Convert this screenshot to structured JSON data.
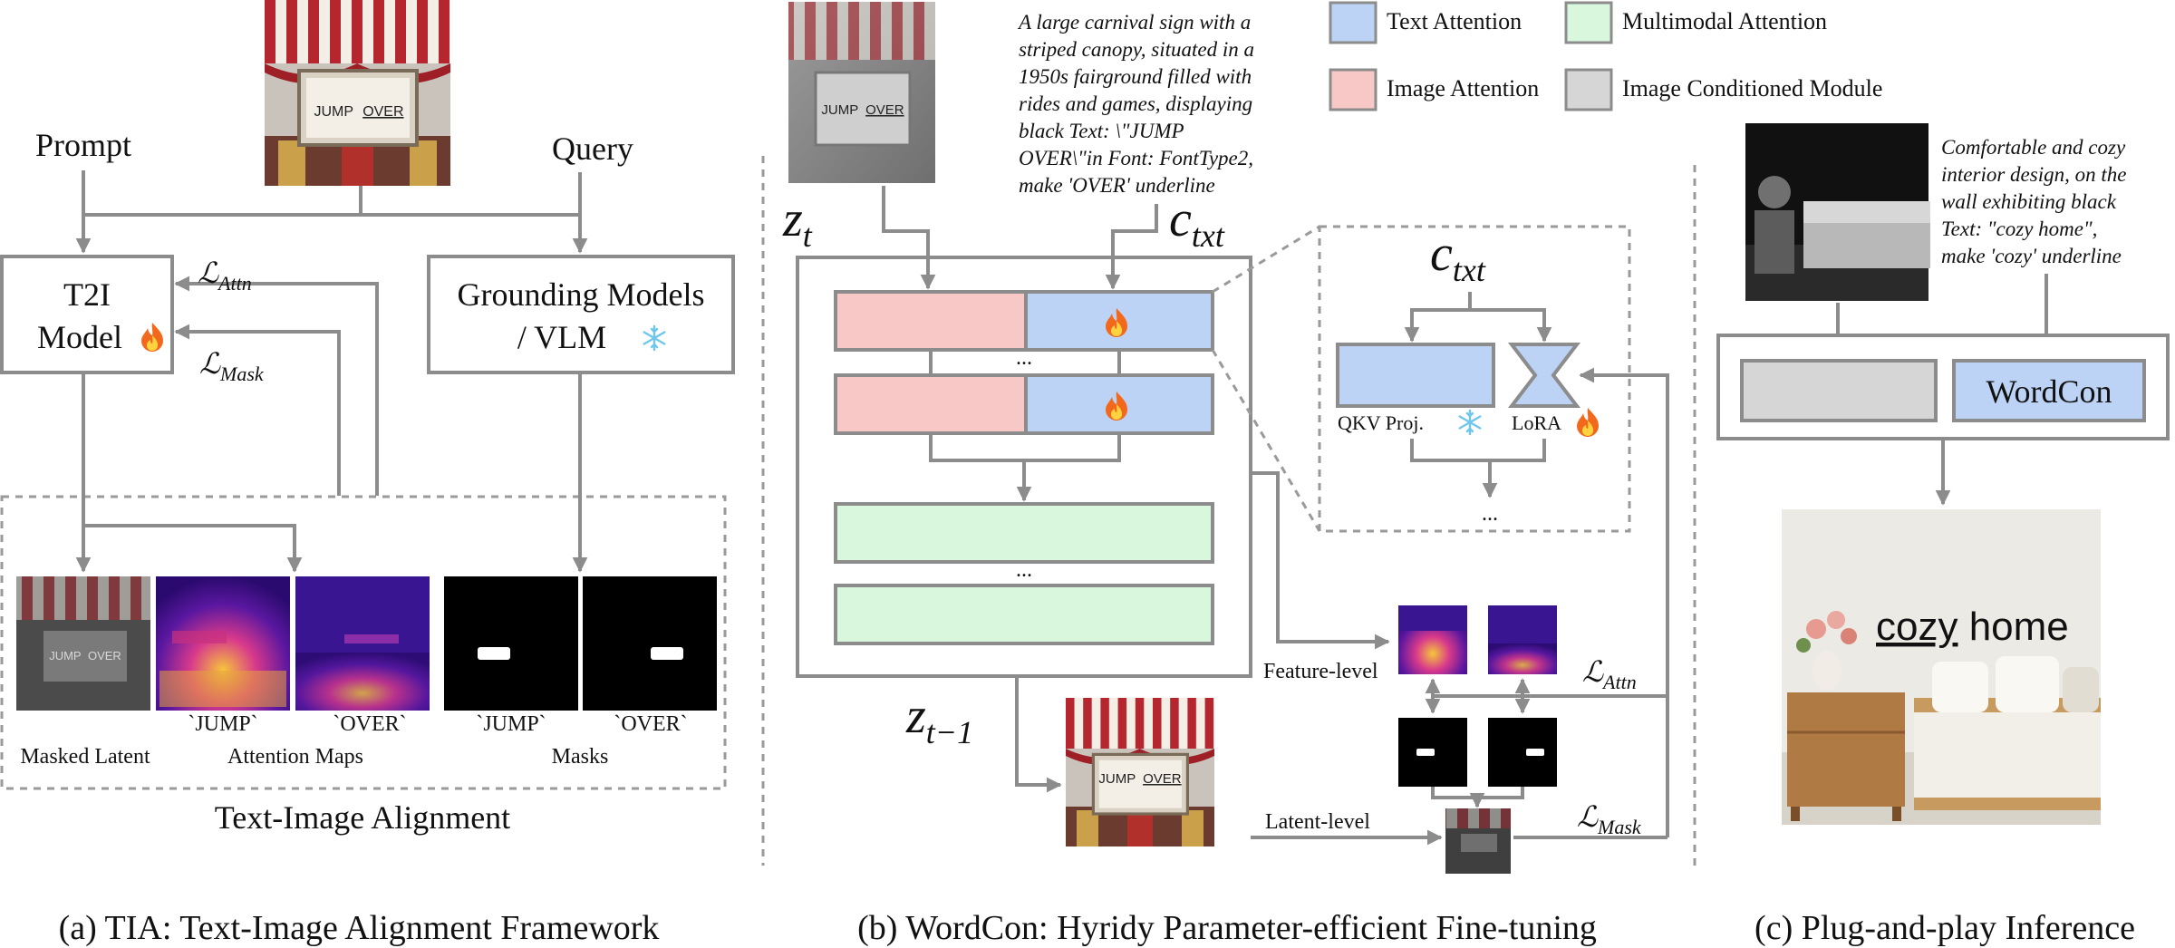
{
  "colors": {
    "text_attention": "#bcd3f5",
    "image_attention": "#f8c8c6",
    "multimodal_attention": "#d9f7dc",
    "image_conditioned": "#d6d6d6",
    "line": "#8c8c8c",
    "attn_purple": "#3a0f86",
    "attn_yellow": "#f6c63a"
  },
  "icons": [
    "fire-icon",
    "snowflake-icon"
  ],
  "legend": {
    "text_attention": "Text Attention",
    "image_attention": "Image Attention",
    "multimodal_attention": "Multimodal Attention",
    "image_conditioned": "Image Conditioned Module"
  },
  "panel_a": {
    "prompt": "Prompt",
    "query": "Query",
    "t2i_line1": "T2I",
    "t2i_line2": "Model",
    "grounding_line1": "Grounding Models",
    "grounding_line2": "/ VLM",
    "loss_attn_base": "ℒ",
    "loss_attn_sub": "Attn",
    "loss_mask_base": "ℒ",
    "loss_mask_sub": "Mask",
    "map_jump": "`JUMP`",
    "map_over": "`OVER`",
    "mask_jump": "`JUMP`",
    "mask_over": "`OVER`",
    "masked_latent": "Masked Latent",
    "attention_maps": "Attention Maps",
    "masks": "Masks",
    "section_title": "Text-Image Alignment",
    "sign_jump": "JUMP",
    "sign_over": "OVER",
    "caption": "(a) TIA: Text-Image Alignment Framework"
  },
  "panel_b": {
    "prompt_lines": [
      "A large carnival sign with a",
      "striped canopy, situated in a",
      "1950s fairground filled with",
      "rides and games, displaying",
      "black Text: \\\"JUMP",
      "OVER\\\"in Font: FontType2,",
      "make 'OVER' underline"
    ],
    "zt_base": "z",
    "zt_sub": "t",
    "ctxt_base": "c",
    "ctxt_sub": "txt",
    "ztm1_base": "z",
    "ztm1_sub": "t−1",
    "dots": "...",
    "qkv": "QKV Proj.",
    "lora": "LoRA",
    "feature_level": "Feature-level",
    "latent_level": "Latent-level",
    "loss_attn_base": "ℒ",
    "loss_attn_sub": "Attn",
    "loss_mask_base": "ℒ",
    "loss_mask_sub": "Mask",
    "sign_jump": "JUMP",
    "sign_over": "OVER",
    "caption": "(b) WordCon: Hyridy Parameter-efficient Fine-tuning"
  },
  "panel_c": {
    "prompt_lines": [
      "Comfortable and cozy",
      "interior design, on the",
      "wall exhibiting black",
      "Text: \"cozy home\",",
      "make 'cozy' underline"
    ],
    "wordcon": "WordCon",
    "render_cozy": "cozy",
    "render_home": " home",
    "caption": "(c) Plug-and-play Inference"
  }
}
